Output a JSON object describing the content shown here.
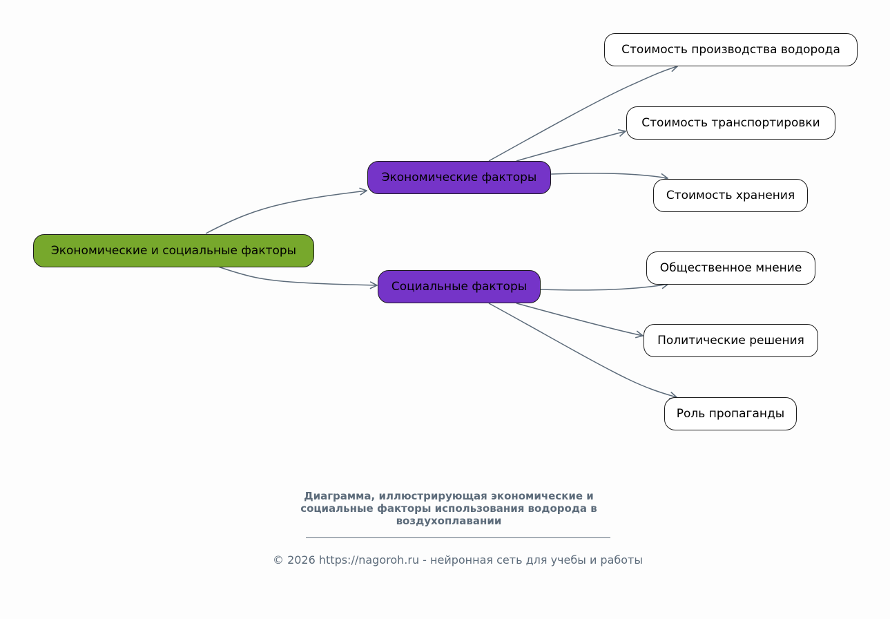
{
  "diagram": {
    "root": {
      "id": "root",
      "label": "Экономические и социальные факторы",
      "color": "#77a82c"
    },
    "branches": [
      {
        "id": "econ",
        "label": "Экономические факторы",
        "color": "#7534c8",
        "children": [
          {
            "id": "econ-1",
            "label": "Стоимость производства водорода"
          },
          {
            "id": "econ-2",
            "label": "Стоимость транспортировки"
          },
          {
            "id": "econ-3",
            "label": "Стоимость хранения"
          }
        ]
      },
      {
        "id": "soc",
        "label": "Социальные факторы",
        "color": "#7534c8",
        "children": [
          {
            "id": "soc-1",
            "label": "Общественное мнение"
          },
          {
            "id": "soc-2",
            "label": "Политические решения"
          },
          {
            "id": "soc-3",
            "label": "Роль пропаганды"
          }
        ]
      }
    ],
    "edge_color": "#5c6b7a"
  },
  "caption": {
    "line1": "Диаграмма, иллюстрирующая экономические и",
    "line2": "социальные факторы использования водорода в",
    "line3": "воздухоплавании"
  },
  "footer": "© 2026 https://nagoroh.ru - нейронная сеть для учебы и работы"
}
